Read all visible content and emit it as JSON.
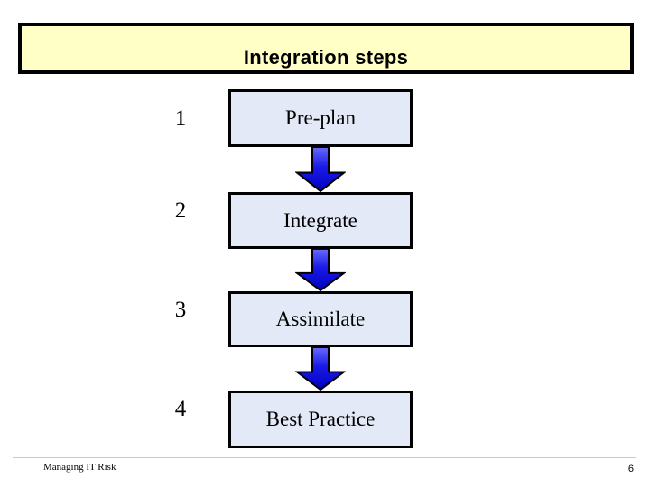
{
  "slide": {
    "title": "Integration steps",
    "footer": {
      "left_text": "Managing IT Risk",
      "page_number": "6"
    }
  },
  "diagram": {
    "steps": [
      {
        "number": "1",
        "label": "Pre-plan"
      },
      {
        "number": "2",
        "label": "Integrate"
      },
      {
        "number": "3",
        "label": "Assimilate"
      },
      {
        "number": "4",
        "label": "Best Practice"
      }
    ],
    "connector_icon": "down-arrow-icon",
    "connector_count": 3
  },
  "colors": {
    "banner_bg": "#FFFFC6",
    "box_bg": "#E4E9F7",
    "arrow_blue_top": "#5A5AFA",
    "arrow_blue_bottom": "#0000C8",
    "border": "#000000",
    "divider": "#C9C9C9",
    "background": "#FFFFFF"
  }
}
